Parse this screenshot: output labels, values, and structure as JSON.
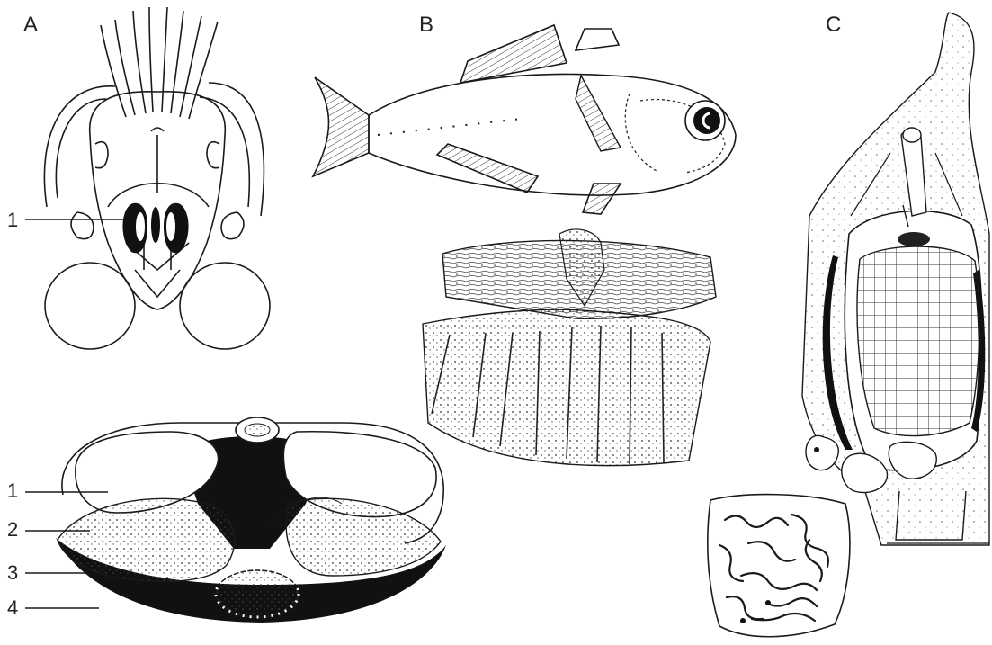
{
  "panels": {
    "a": {
      "letter": "A",
      "callouts": [
        "1"
      ]
    },
    "b": {
      "letter": "B"
    },
    "c": {
      "letter": "C"
    }
  },
  "section": {
    "callouts": [
      "1",
      "2",
      "3",
      "4"
    ]
  },
  "colors": {
    "ink": "#1a1a1a",
    "paper": "#ffffff",
    "fill": "#111111"
  }
}
